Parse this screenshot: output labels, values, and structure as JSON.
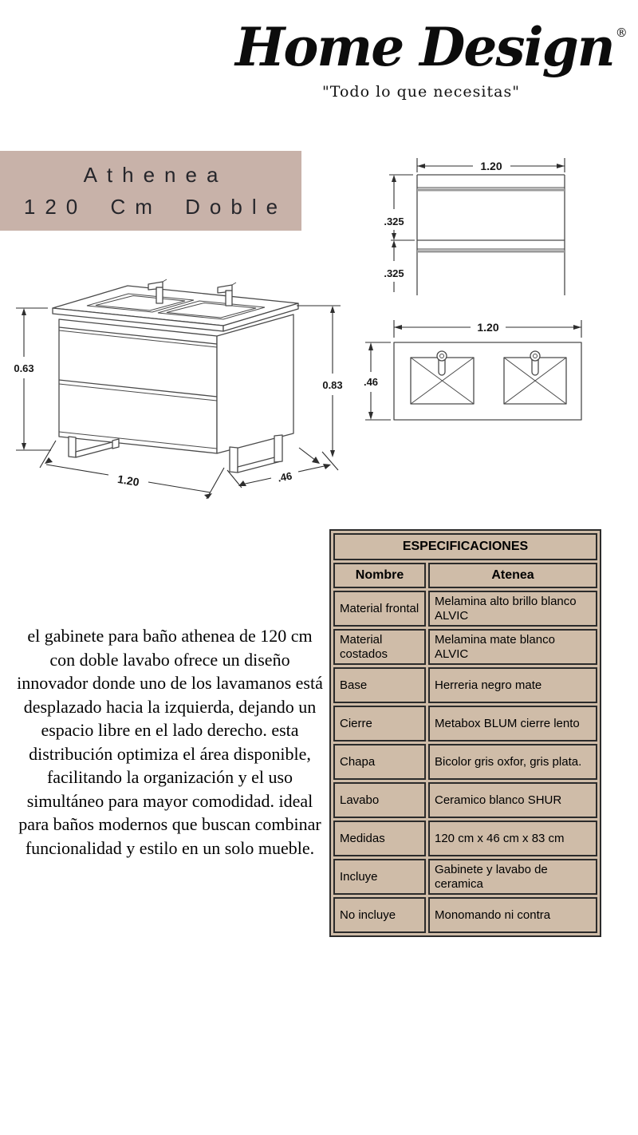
{
  "brand": {
    "logo_text": "Home Design",
    "registered_mark": "®",
    "tagline": "\"Todo lo que necesitas\""
  },
  "product": {
    "title_line1": "Athenea",
    "title_line2": "120 Cm Doble"
  },
  "drawings": {
    "isometric": {
      "height_left": "0.63",
      "height_right": "0.83",
      "width": "1.20",
      "depth": ".46"
    },
    "front_view": {
      "width": "1.20",
      "drawer_top": ".325",
      "drawer_bottom": ".325"
    },
    "top_view": {
      "width": "1.20",
      "depth": ".46"
    }
  },
  "description": "el gabinete para baño athenea de 120 cm con doble lavabo ofrece un diseño innovador donde uno de los lavamanos está desplazado hacia la izquierda, dejando un espacio libre en el lado derecho. esta distribución optimiza el área disponible, facilitando la organización y el uso simultáneo para mayor comodidad. ideal para baños modernos que buscan combinar funcionalidad y estilo en un solo mueble.",
  "spec_table": {
    "title": "ESPECIFICACIONES",
    "columns": [
      "Nombre",
      "Atenea"
    ],
    "rows": [
      [
        "Material frontal",
        "Melamina alto brillo blanco ALVIC"
      ],
      [
        "Material costados",
        "Melamina mate blanco ALVIC"
      ],
      [
        "Base",
        "Herreria negro mate"
      ],
      [
        "Cierre",
        "Metabox BLUM cierre lento"
      ],
      [
        "Chapa",
        "Bicolor gris oxfor, gris plata."
      ],
      [
        "Lavabo",
        "Ceramico blanco SHUR"
      ],
      [
        "Medidas",
        "120 cm x 46 cm x 83 cm"
      ],
      [
        "Incluye",
        "Gabinete y lavabo de ceramica"
      ],
      [
        "No incluye",
        "Monomando ni contra"
      ]
    ]
  },
  "colors": {
    "title_block_bg": "#c8b2a9",
    "table_bg": "#cfbca8",
    "table_border": "#2b2b2b",
    "line_art": "#4a4a4a",
    "ink": "#0c0c0c"
  }
}
